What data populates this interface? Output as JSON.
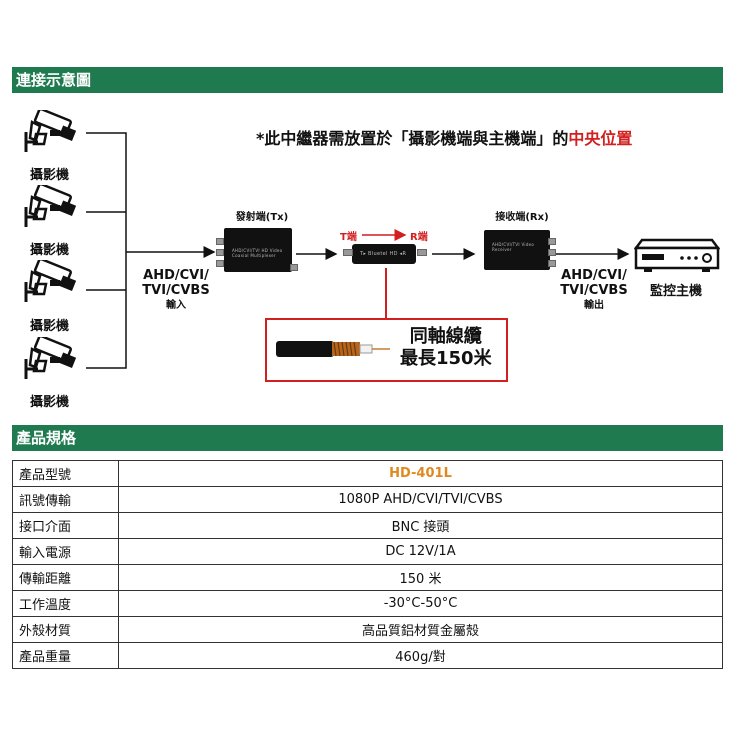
{
  "sections": {
    "diagram_title": "連接示意圖",
    "spec_title": "產品規格"
  },
  "cameras": [
    {
      "label": "攝影機"
    },
    {
      "label": "攝影機"
    },
    {
      "label": "攝影機"
    },
    {
      "label": "攝影機"
    }
  ],
  "note": {
    "prefix": "*此中繼器需放置於「攝影機端與主機端」的",
    "highlight": "中央位置"
  },
  "diagram": {
    "input_label_line1": "AHD/CVI/",
    "input_label_line2": "TVI/CVBS",
    "input_label_line3": "輸入",
    "tx_label": "發射端(Tx)",
    "tx_device_text": "AHD/CVI/TVI HD Video    Coaxial Multiplexer",
    "t_end": "T端",
    "r_end": "R端",
    "inline_device_text": "T▸ Bluetel HD ◂R",
    "rx_label": "接收端(Rx)",
    "rx_device_text": "AHD/CVI/TVI Video Receiver",
    "output_label_line1": "AHD/CVI/",
    "output_label_line2": "TVI/CVBS",
    "output_label_line3": "輸出",
    "host_label": "監控主機",
    "coax_line1": "同軸線纜",
    "coax_line2": "最長150米"
  },
  "specs": [
    {
      "key": "產品型號",
      "value": "HD-401L"
    },
    {
      "key": "訊號傳輸",
      "value": "1080P AHD/CVI/TVI/CVBS"
    },
    {
      "key": "接口介面",
      "value": "BNC  接頭"
    },
    {
      "key": "輸入電源",
      "value": "DC 12V/1A"
    },
    {
      "key": "傳輸距離",
      "value": "150 米"
    },
    {
      "key": "工作溫度",
      "value": "-30°C-50°C"
    },
    {
      "key": "外殼材質",
      "value": "高品質鋁材質金屬殼"
    },
    {
      "key": "產品重量",
      "value": "460g/對"
    }
  ],
  "colors": {
    "section_bar": "#1f7a4f",
    "highlight_red": "#d21f1f",
    "model_orange": "#e0891f"
  }
}
